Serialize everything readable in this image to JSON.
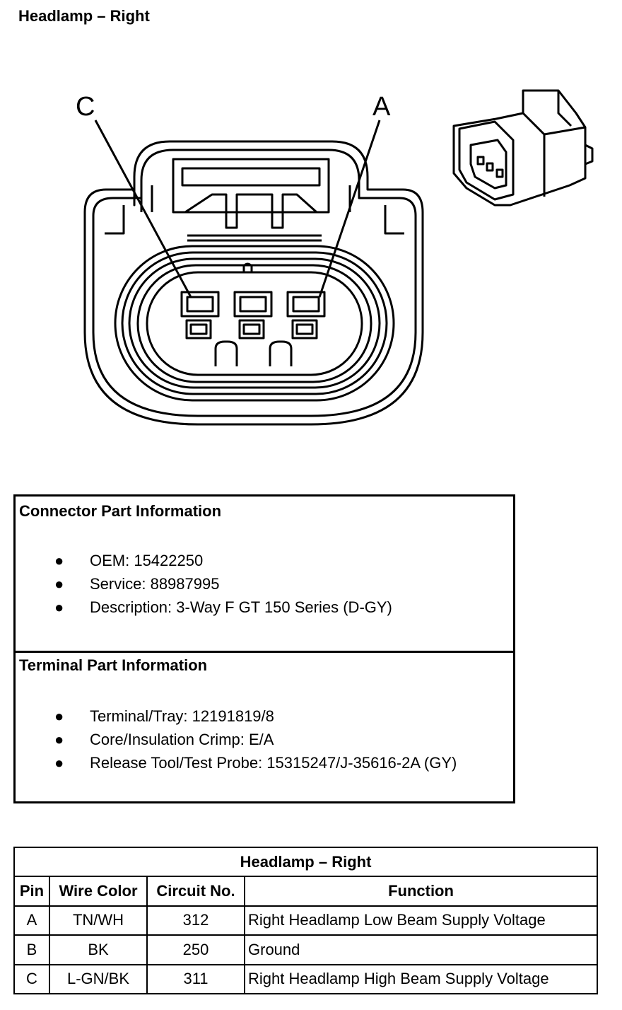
{
  "page": {
    "title": "Headlamp – Right"
  },
  "diagram": {
    "callouts": {
      "left": "C",
      "right": "A"
    }
  },
  "connector_info": {
    "title": "Connector Part Information",
    "items": [
      "OEM: 15422250",
      "Service: 88987995",
      "Description: 3-Way F GT 150 Series (D-GY)"
    ]
  },
  "terminal_info": {
    "title": "Terminal Part Information",
    "items": [
      "Terminal/Tray: 12191819/8",
      "Core/Insulation Crimp: E/A",
      "Release Tool/Test Probe: 15315247/J-35616-2A (GY)"
    ]
  },
  "pin_table": {
    "title": "Headlamp – Right",
    "headers": [
      "Pin",
      "Wire Color",
      "Circuit No.",
      "Function"
    ],
    "rows": [
      [
        "A",
        "TN/WH",
        "312",
        "Right Headlamp Low Beam Supply Voltage"
      ],
      [
        "B",
        "BK",
        "250",
        "Ground"
      ],
      [
        "C",
        "L-GN/BK",
        "311",
        "Right Headlamp High Beam Supply Voltage"
      ]
    ]
  }
}
